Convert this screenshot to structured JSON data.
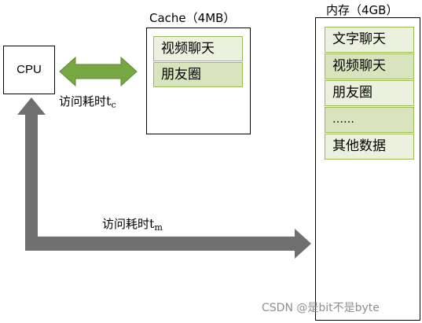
{
  "cpu": {
    "label": "CPU"
  },
  "cache": {
    "title": "Cache（4MB）",
    "items": [
      "视频聊天",
      "朋友圈"
    ]
  },
  "memory": {
    "title": "内存（4GB）",
    "items": [
      "文字聊天",
      "视频聊天",
      "朋友圈",
      "……",
      "其他数据"
    ]
  },
  "arrows": {
    "cache_access": {
      "label": "访问耗时",
      "var": "t",
      "sub": "c"
    },
    "memory_access": {
      "label": "访问耗时",
      "var": "t",
      "sub": "m"
    }
  },
  "watermark": "CSDN @是bit不是byte",
  "colors": {
    "cell_fill_light": "#ebf1de",
    "cell_fill_dark": "#d7e4bd",
    "cell_border": "#9bbb59",
    "green_arrow": "#77a742",
    "gray_arrow": "#6f6f6f",
    "box_border": "#000000"
  }
}
